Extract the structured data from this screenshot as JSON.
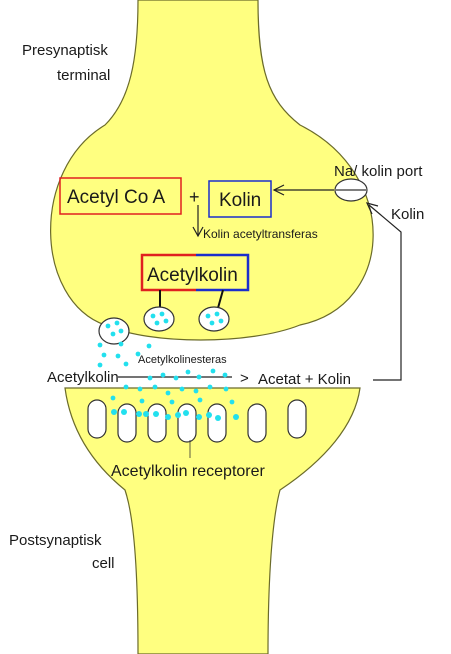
{
  "labels": {
    "presynaptic_line1": "Presynaptisk",
    "presynaptic_line2": "terminal",
    "acetyl_coa": "Acetyl Co A",
    "plus": "+",
    "kolin_box": "Kolin",
    "na_kolin_port": "Na/ kolin port",
    "kolin_reuptake": "Kolin",
    "enzyme_transferase": "Kolin acetyltransferas",
    "acetylkolin_box": "Acetylkolin",
    "enzyme_esterase": "Acetylkolinesteras",
    "acetylkolin_cleft": "Acetylkolin",
    "reaction_arrow": ">",
    "products": "Acetat + Kolin",
    "receptors": "Acetylkolin receptorer",
    "postsynaptic_line1": "Postsynaptisk",
    "postsynaptic_line2": "cell"
  },
  "colors": {
    "cell_fill": "#ffff80",
    "outline": "#6b6b2a",
    "molecule": "#22e0ee",
    "red_box": "#e02020",
    "blue_box": "#1a2ecc"
  }
}
